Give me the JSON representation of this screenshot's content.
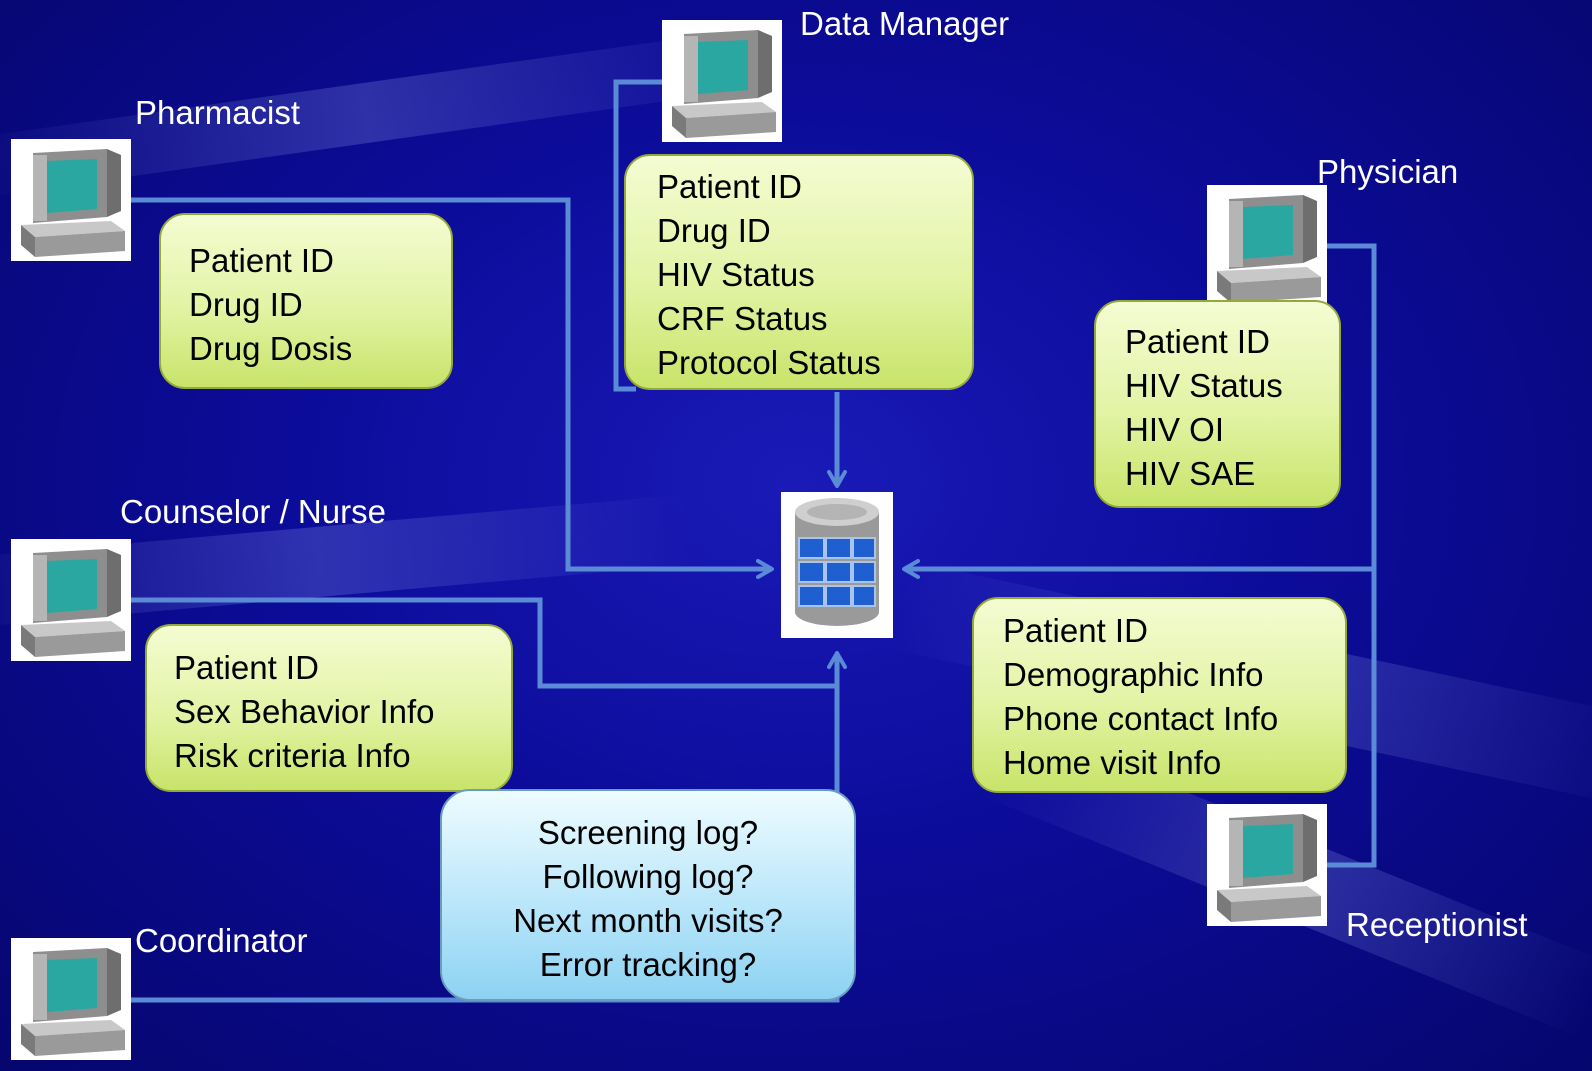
{
  "roles": {
    "data_manager": "Data Manager",
    "pharmacist": "Pharmacist",
    "physician": "Physician",
    "counselor_nurse": "Counselor / Nurse",
    "coordinator": "Coordinator",
    "receptionist": "Receptionist"
  },
  "boxes": {
    "pharmacist": [
      "Patient ID",
      "Drug ID",
      "Drug Dosis"
    ],
    "data_manager": [
      "Patient ID",
      "Drug ID",
      "HIV Status",
      "CRF Status",
      "Protocol Status"
    ],
    "physician": [
      "Patient ID",
      "HIV Status",
      "HIV OI",
      "HIV SAE"
    ],
    "counselor_nurse": [
      "Patient ID",
      "Sex Behavior Info",
      "Risk criteria Info"
    ],
    "receptionist": [
      "Patient ID",
      "Demographic Info",
      "Phone contact Info",
      "Home visit Info"
    ],
    "coordinator_queries": [
      "Screening log?",
      "Following log?",
      "Next month visits?",
      "Error tracking?"
    ]
  },
  "icons": {
    "workstation": "computer-workstation-icon",
    "central_store": "database-icon"
  },
  "colors": {
    "background": "#0c0c9a",
    "connector": "#5b8ad6",
    "info_box": "#e2f3a4",
    "query_box": "#b9e6fa",
    "label_text": "#ffffff"
  }
}
